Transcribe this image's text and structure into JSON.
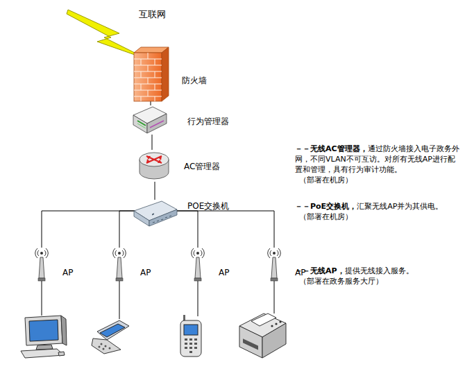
{
  "diagram": {
    "nodes": [
      {
        "text": [
          "防火墙"
        ]
      },
      {
        "text": [
          "行为管理器"
        ]
      },
      {
        "text": [
          "AC管理器"
        ]
      },
      {
        "text": [
          "POE交换机"
        ]
      },
      {
        "text": [
          "AP"
        ]
      },
      {
        "text": [
          "AP"
        ]
      },
      {
        "text": [
          "AP"
        ]
      },
      {
        "text": [
          "AP"
        ]
      }
    ],
    "edges": [
      {
        "from": 0,
        "to": 1,
        "arrow": "none"
      },
      {
        "from": 1,
        "to": 2,
        "arrow": "none"
      },
      {
        "from": 2,
        "to": 3,
        "arrow": "none"
      },
      {
        "from": 3,
        "to": 4,
        "arrow": "none"
      },
      {
        "from": 3,
        "to": 5,
        "arrow": "none"
      },
      {
        "from": 3,
        "to": 6,
        "arrow": "none"
      },
      {
        "from": 3,
        "to": 7,
        "arrow": "none"
      }
    ],
    "labels": [
      "互联网",
      "－－无线AC管理器，",
      "通过防火墙接入电子政务外网，不同VLAN不可互访。对所有无线AP进行配置和管理，具有行为审计功能。",
      "（部署在机房）",
      "－－PoE交换机，",
      "汇聚无线AP并为其供电。",
      "（部署在机房）",
      "－－无线AP，",
      "提供无线接入服务。",
      "（部署在政务服务大厅）"
    ]
  }
}
